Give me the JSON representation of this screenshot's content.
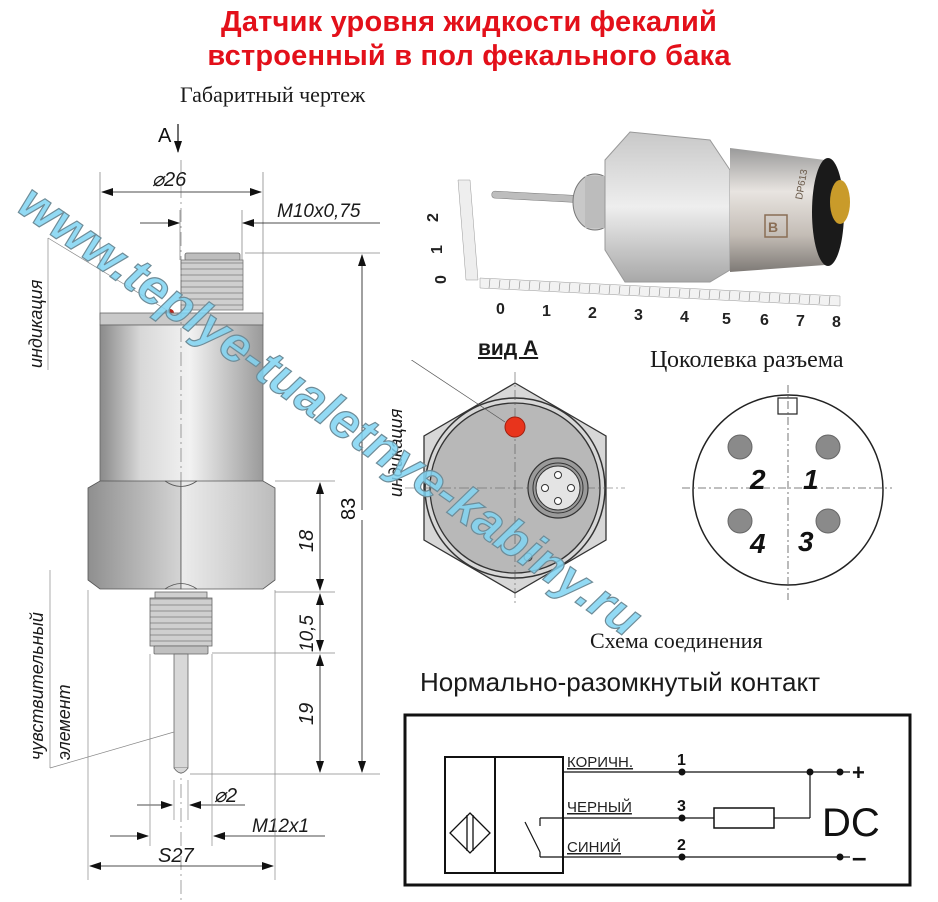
{
  "header": {
    "title_line1": "Датчик уровня жидкости фекалий",
    "title_line2": "встроенный в пол фекального бака",
    "subtitle": "Габаритный чертеж",
    "title_color": "#e3101a"
  },
  "dimension_drawing": {
    "view_marker": "A",
    "labels": {
      "indication": "индикация",
      "sensing_element_line1": "чувствительный",
      "sensing_element_line2": "элемент"
    },
    "dimensions": {
      "body_diameter": "⌀26",
      "connector_thread": "M10x0,75",
      "total_length": "83",
      "hex_height": "18",
      "thread_height": "10,5",
      "probe_length": "19",
      "probe_diameter": "⌀2",
      "mount_thread": "M12x1",
      "hex_size": "S27"
    }
  },
  "photo": {
    "ruler_x_ticks": [
      "0",
      "1",
      "2",
      "3",
      "4",
      "5",
      "6",
      "7",
      "8"
    ],
    "ruler_y_ticks": [
      "0",
      "1",
      "2"
    ],
    "body_marking": "DP613"
  },
  "view_a": {
    "title": "вид А",
    "label": "индикация",
    "led_color": "#e8341c"
  },
  "pinout": {
    "title": "Цоколевка разъема",
    "pins": [
      "1",
      "2",
      "3",
      "4"
    ]
  },
  "wiring": {
    "title": "Схема соединения",
    "subtitle": "Нормально-разомкнутый контакт",
    "wires": [
      {
        "color_label": "КОРИЧН.",
        "pin": "1",
        "terminal": "+"
      },
      {
        "color_label": "ЧЕРНЫЙ",
        "pin": "3",
        "terminal": ""
      },
      {
        "color_label": "СИНИЙ",
        "pin": "2",
        "terminal": "–"
      }
    ],
    "supply": "DC"
  },
  "watermark": {
    "text": "www.teplye-tualetnye-kabiny.ru",
    "color": "#7fd3f2"
  }
}
